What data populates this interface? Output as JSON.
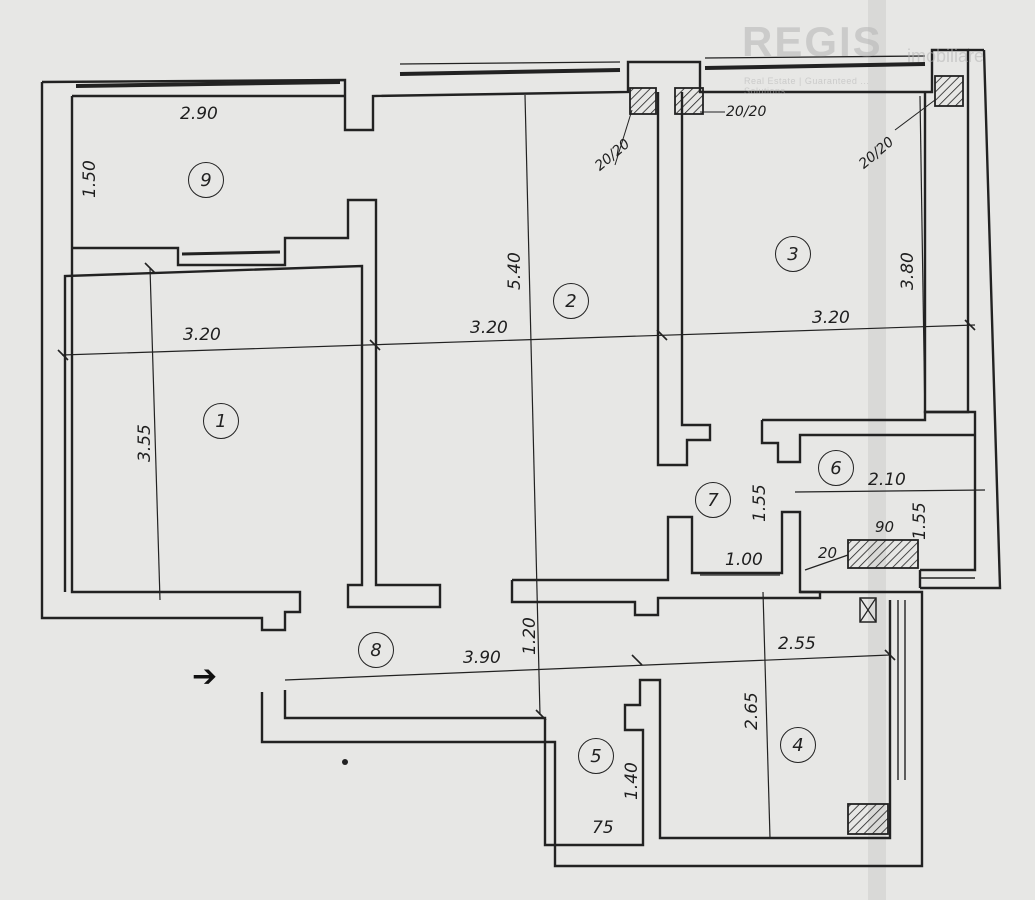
{
  "watermark": {
    "brand": "REGIS",
    "side": "imobiliare",
    "tagline": "Real Estate | Guaranteed ... Solutions"
  },
  "rooms": {
    "r1": "1",
    "r2": "2",
    "r3": "3",
    "r4": "4",
    "r5": "5",
    "r6": "6",
    "r7": "7",
    "r8": "8",
    "r9": "9"
  },
  "dimensions": {
    "d_2_90": "2.90",
    "d_1_50": "1.50",
    "d_5_40": "5.40",
    "d_3_20_left": "3.20",
    "d_3_20_mid": "3.20",
    "d_3_20_right": "3.20",
    "d_3_80": "3.80",
    "d_3_55": "3.55",
    "d_1_55_hall": "1.55",
    "d_2_10": "2.10",
    "d_1_55_room6": "1.55",
    "d_90": "90",
    "d_20": "20",
    "d_1_00": "1.00",
    "d_1_20": "1.20",
    "d_3_90": "3.90",
    "d_2_55": "2.55",
    "d_2_65": "2.65",
    "d_1_40": "1.40",
    "d_75": "75",
    "col_a": "20/20",
    "col_b": "20/20",
    "col_c": "20/20"
  },
  "entry_arrow": "➔"
}
